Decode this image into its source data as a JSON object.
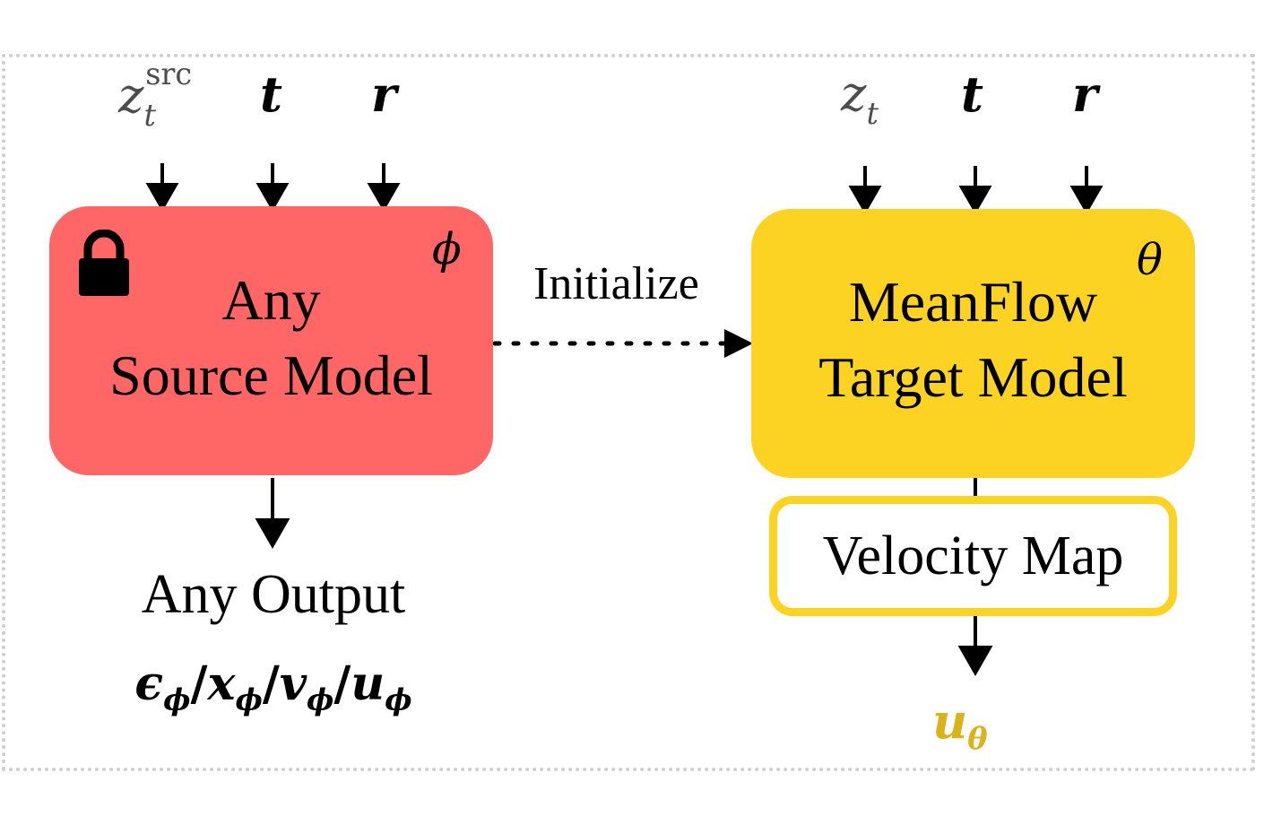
{
  "source_inputs": [
    {
      "base": "z",
      "sub": "t",
      "sup": "src"
    },
    {
      "base": "t"
    },
    {
      "base": "r"
    }
  ],
  "target_inputs": [
    {
      "base": "z",
      "sub": "t"
    },
    {
      "base": "t"
    },
    {
      "base": "r"
    }
  ],
  "source_model": {
    "line1": "Any",
    "line2": "Source Model",
    "param": "ϕ",
    "icon": "lock-icon",
    "color": "#ff6666"
  },
  "target_model": {
    "line1": "MeanFlow",
    "line2": "Target Model",
    "param": "θ",
    "color": "#fdd323"
  },
  "edge_label": "Initialize",
  "velocity_map": "Velocity Map",
  "source_output": {
    "title": "Any Output",
    "vars": [
      {
        "base": "ϵ",
        "sub": "ϕ"
      },
      {
        "base": "x",
        "sub": "ϕ"
      },
      {
        "base": "v",
        "sub": "ϕ"
      },
      {
        "base": "u",
        "sub": "ϕ"
      }
    ],
    "separator": "/"
  },
  "target_output": {
    "base": "u",
    "sub": "θ",
    "color": "#d9b21c"
  }
}
